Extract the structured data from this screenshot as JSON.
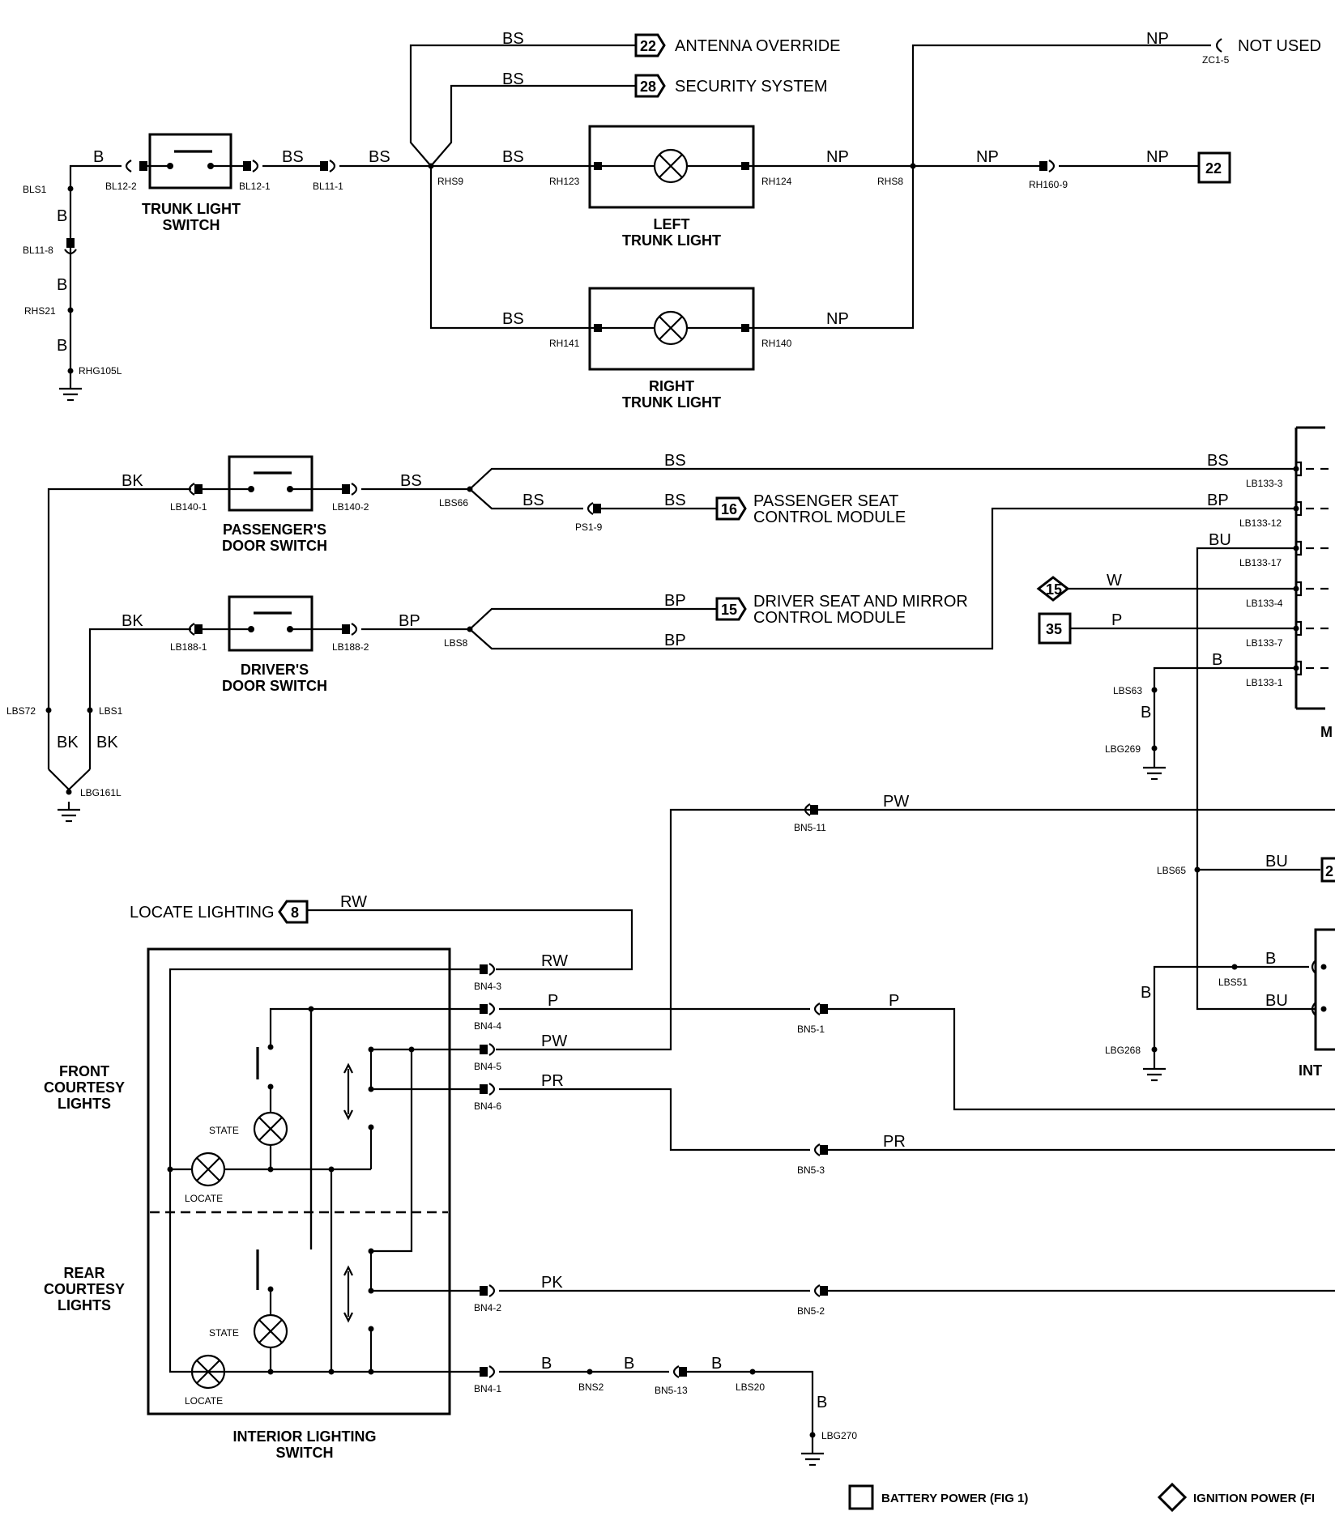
{
  "wire_labels": {
    "b": "B",
    "bs": "BS",
    "np": "NP",
    "bk": "BK",
    "bp": "BP",
    "bu": "BU",
    "w": "W",
    "p": "P",
    "pw": "PW",
    "rw": "RW",
    "pr": "PR",
    "pk": "PK"
  },
  "pins": {
    "bl12_2": "BL12-2",
    "bl12_1": "BL12-1",
    "bl11_1": "BL11-1",
    "bl11_8": "BL11-8",
    "bls1": "BLS1",
    "rhs21": "RHS21",
    "rhg105l": "RHG105L",
    "rhs9": "RHS9",
    "rh123": "RH123",
    "rh124": "RH124",
    "rhs8": "RHS8",
    "rh160_9": "RH160-9",
    "rh141": "RH141",
    "rh140": "RH140",
    "zc1_5": "ZC1-5",
    "lb140_1": "LB140-1",
    "lb140_2": "LB140-2",
    "lbs66": "LBS66",
    "ps1_9": "PS1-9",
    "lb188_1": "LB188-1",
    "lb188_2": "LB188-2",
    "lbs8": "LBS8",
    "lbs72": "LBS72",
    "lbs1": "LBS1",
    "lbg161l": "LBG161L",
    "lb133_3": "LB133-3",
    "lb133_12": "LB133-12",
    "lb133_17": "LB133-17",
    "lb133_4": "LB133-4",
    "lb133_7": "LB133-7",
    "lb133_1": "LB133-1",
    "lbs63": "LBS63",
    "lbg269": "LBG269",
    "bn5_11": "BN5-11",
    "lbs65": "LBS65",
    "lbs51": "LBS51",
    "lbg268": "LBG268",
    "bn4_3": "BN4-3",
    "bn4_4": "BN4-4",
    "bn4_5": "BN4-5",
    "bn4_6": "BN4-6",
    "bn4_2": "BN4-2",
    "bn4_1": "BN4-1",
    "bn5_1": "BN5-1",
    "bn5_3": "BN5-3",
    "bn5_2": "BN5-2",
    "bns2": "BNS2",
    "bn5_13": "BN5-13",
    "lbs20": "LBS20",
    "lbg270": "LBG270"
  },
  "components": {
    "trunk_light_switch": [
      "TRUNK LIGHT",
      "SWITCH"
    ],
    "left_trunk_light": [
      "LEFT",
      "TRUNK LIGHT"
    ],
    "right_trunk_light": [
      "RIGHT",
      "TRUNK LIGHT"
    ],
    "passengers_door_switch": [
      "PASSENGER'S",
      "DOOR SWITCH"
    ],
    "drivers_door_switch": [
      "DRIVER'S",
      "DOOR SWITCH"
    ],
    "interior_lighting_switch": [
      "INTERIOR LIGHTING",
      "SWITCH"
    ],
    "front_courtesy_lights": [
      "FRONT",
      "COURTESY",
      "LIGHTS"
    ],
    "rear_courtesy_lights": [
      "REAR",
      "COURTESY",
      "LIGHTS"
    ],
    "state": "STATE",
    "locate": "LOCATE",
    "cut_m": "M",
    "cut_int": "INT"
  },
  "references": {
    "antenna_override": {
      "num": "22",
      "label": "ANTENNA OVERRIDE"
    },
    "security_system": {
      "num": "28",
      "label": "SECURITY SYSTEM"
    },
    "not_used": "NOT USED",
    "box_22": "22",
    "passenger_seat": {
      "num": "16",
      "label": [
        "PASSENGER SEAT",
        "CONTROL MODULE"
      ]
    },
    "driver_seat": {
      "num": "15",
      "label": [
        "DRIVER SEAT AND MIRROR",
        "CONTROL MODULE"
      ]
    },
    "ign_15": "15",
    "box_35": "35",
    "locate_lighting": {
      "num": "8",
      "label": "LOCATE LIGHTING"
    },
    "cut_2": "2"
  },
  "legend": {
    "battery": "BATTERY POWER (FIG 1)",
    "ignition": "IGNITION POWER (FI"
  }
}
